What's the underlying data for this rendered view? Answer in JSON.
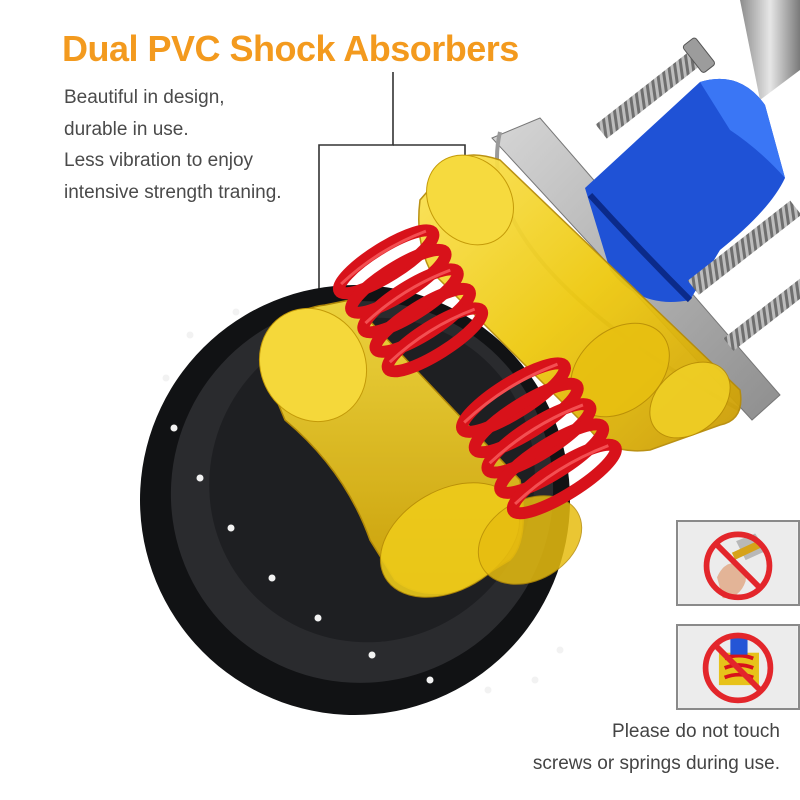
{
  "heading": {
    "title": "Dual PVC Shock Absorbers",
    "color": "#f39a1e"
  },
  "description": {
    "lines": [
      "Beautiful in design,",
      "durable in use.",
      "Less vibration to enjoy",
      "intensive strength traning."
    ]
  },
  "warning": {
    "lines": [
      "Please do not touch",
      "screws or springs during use."
    ],
    "prohibition_color": "#e3262b"
  },
  "colors": {
    "pad_yellow": "#efcc12",
    "spring_red": "#d8121a",
    "sleeve_blue": "#1f52d6",
    "base_black": "#1d1d1f"
  },
  "icons": [
    "no-touching-icon",
    "no-touching-icon"
  ]
}
